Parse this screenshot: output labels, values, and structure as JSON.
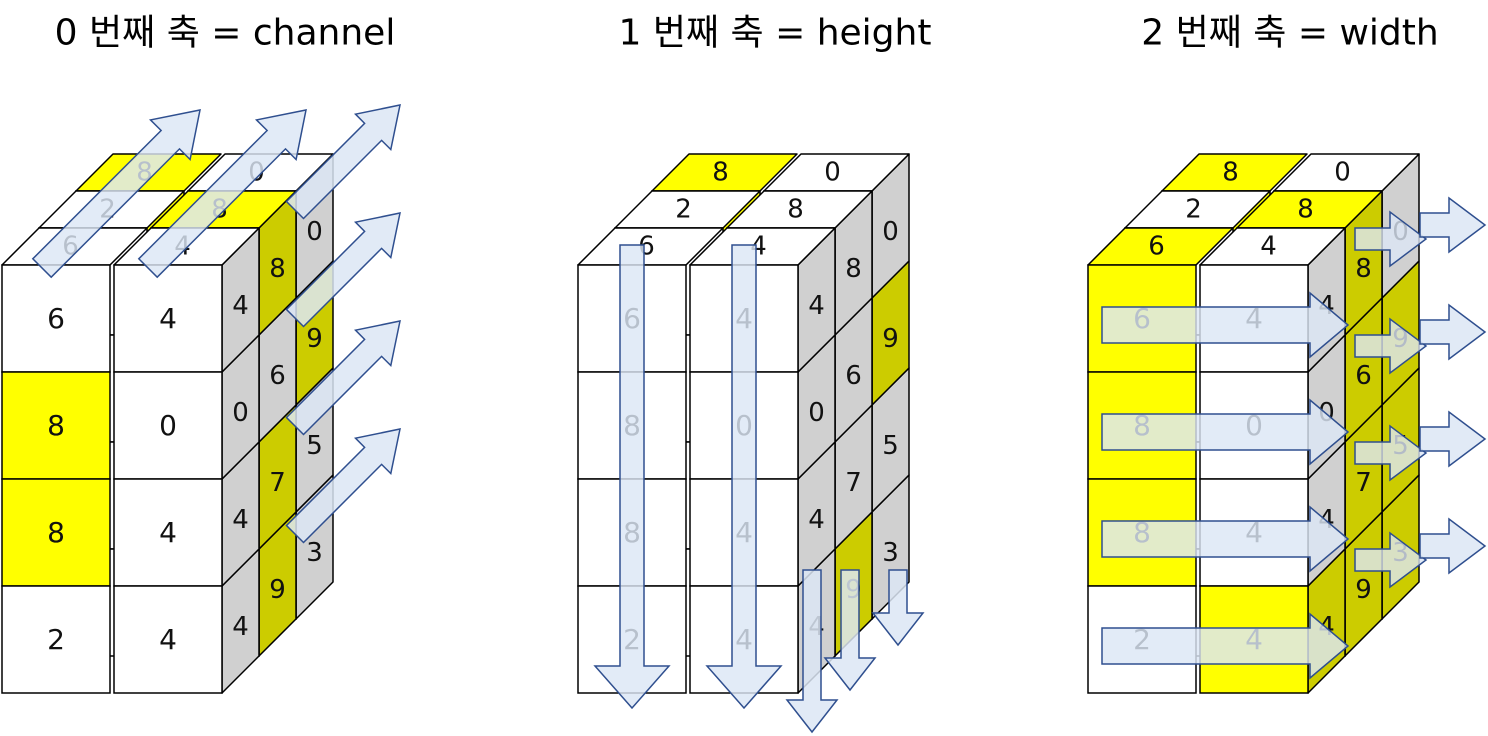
{
  "colors": {
    "highlight_face": "#ffff00",
    "highlight_top": "#ffff00",
    "highlight_side": "#cccc00",
    "plain_face": "#ffffff",
    "plain_top": "#ffffff",
    "plain_side": "#d0d0d0",
    "edge": "#000000",
    "arrow_fill": "#dce6f5",
    "arrow_stroke": "#2f4f8f"
  },
  "panels": [
    {
      "title": "0 번째 축 = channel",
      "arrow_direction": "depth",
      "layers": [
        {
          "grid": [
            [
              "6",
              "4"
            ],
            [
              "8",
              "0"
            ],
            [
              "8",
              "4"
            ],
            [
              "2",
              "4"
            ]
          ],
          "highlight": [
            [
              false,
              false
            ],
            [
              true,
              false
            ],
            [
              true,
              false
            ],
            [
              false,
              false
            ]
          ]
        },
        {
          "grid": [
            [
              "2",
              "8"
            ],
            [
              "4",
              "6"
            ],
            [
              "0",
              "7"
            ],
            [
              "4",
              "9"
            ]
          ],
          "highlight": [
            [
              false,
              true
            ],
            [
              false,
              false
            ],
            [
              false,
              true
            ],
            [
              false,
              true
            ]
          ]
        },
        {
          "grid": [
            [
              "8",
              "0"
            ],
            [
              "8",
              "9"
            ],
            [
              "6",
              "5"
            ],
            [
              "7",
              "3"
            ]
          ],
          "highlight": [
            [
              true,
              false
            ],
            [
              true,
              true
            ],
            [
              false,
              false
            ],
            [
              false,
              false
            ]
          ]
        }
      ]
    },
    {
      "title": "1 번째 축 = height",
      "arrow_direction": "down",
      "layers": [
        {
          "grid": [
            [
              "6",
              "4"
            ],
            [
              "8",
              "0"
            ],
            [
              "8",
              "4"
            ],
            [
              "2",
              "4"
            ]
          ],
          "highlight": [
            [
              false,
              false
            ],
            [
              false,
              false
            ],
            [
              false,
              false
            ],
            [
              false,
              false
            ]
          ]
        },
        {
          "grid": [
            [
              "2",
              "8"
            ],
            [
              "4",
              "6"
            ],
            [
              "0",
              "7"
            ],
            [
              "4",
              "9"
            ]
          ],
          "highlight": [
            [
              false,
              false
            ],
            [
              false,
              false
            ],
            [
              false,
              false
            ],
            [
              false,
              true
            ]
          ]
        },
        {
          "grid": [
            [
              "8",
              "0"
            ],
            [
              "8",
              "9"
            ],
            [
              "6",
              "5"
            ],
            [
              "7",
              "3"
            ]
          ],
          "highlight": [
            [
              true,
              false
            ],
            [
              false,
              true
            ],
            [
              false,
              false
            ],
            [
              false,
              false
            ]
          ]
        }
      ]
    },
    {
      "title": "2 번째 축 = width",
      "arrow_direction": "right",
      "layers": [
        {
          "grid": [
            [
              "6",
              "4"
            ],
            [
              "8",
              "0"
            ],
            [
              "8",
              "4"
            ],
            [
              "2",
              "4"
            ]
          ],
          "highlight": [
            [
              true,
              false
            ],
            [
              true,
              false
            ],
            [
              true,
              false
            ],
            [
              false,
              true
            ]
          ]
        },
        {
          "grid": [
            [
              "2",
              "8"
            ],
            [
              "4",
              "6"
            ],
            [
              "0",
              "7"
            ],
            [
              "4",
              "9"
            ]
          ],
          "highlight": [
            [
              false,
              true
            ],
            [
              false,
              true
            ],
            [
              false,
              true
            ],
            [
              false,
              true
            ]
          ]
        },
        {
          "grid": [
            [
              "8",
              "0"
            ],
            [
              "8",
              "9"
            ],
            [
              "6",
              "5"
            ],
            [
              "7",
              "3"
            ]
          ],
          "highlight": [
            [
              true,
              false
            ],
            [
              true,
              true
            ],
            [
              true,
              true
            ],
            [
              true,
              true
            ]
          ]
        }
      ]
    }
  ]
}
